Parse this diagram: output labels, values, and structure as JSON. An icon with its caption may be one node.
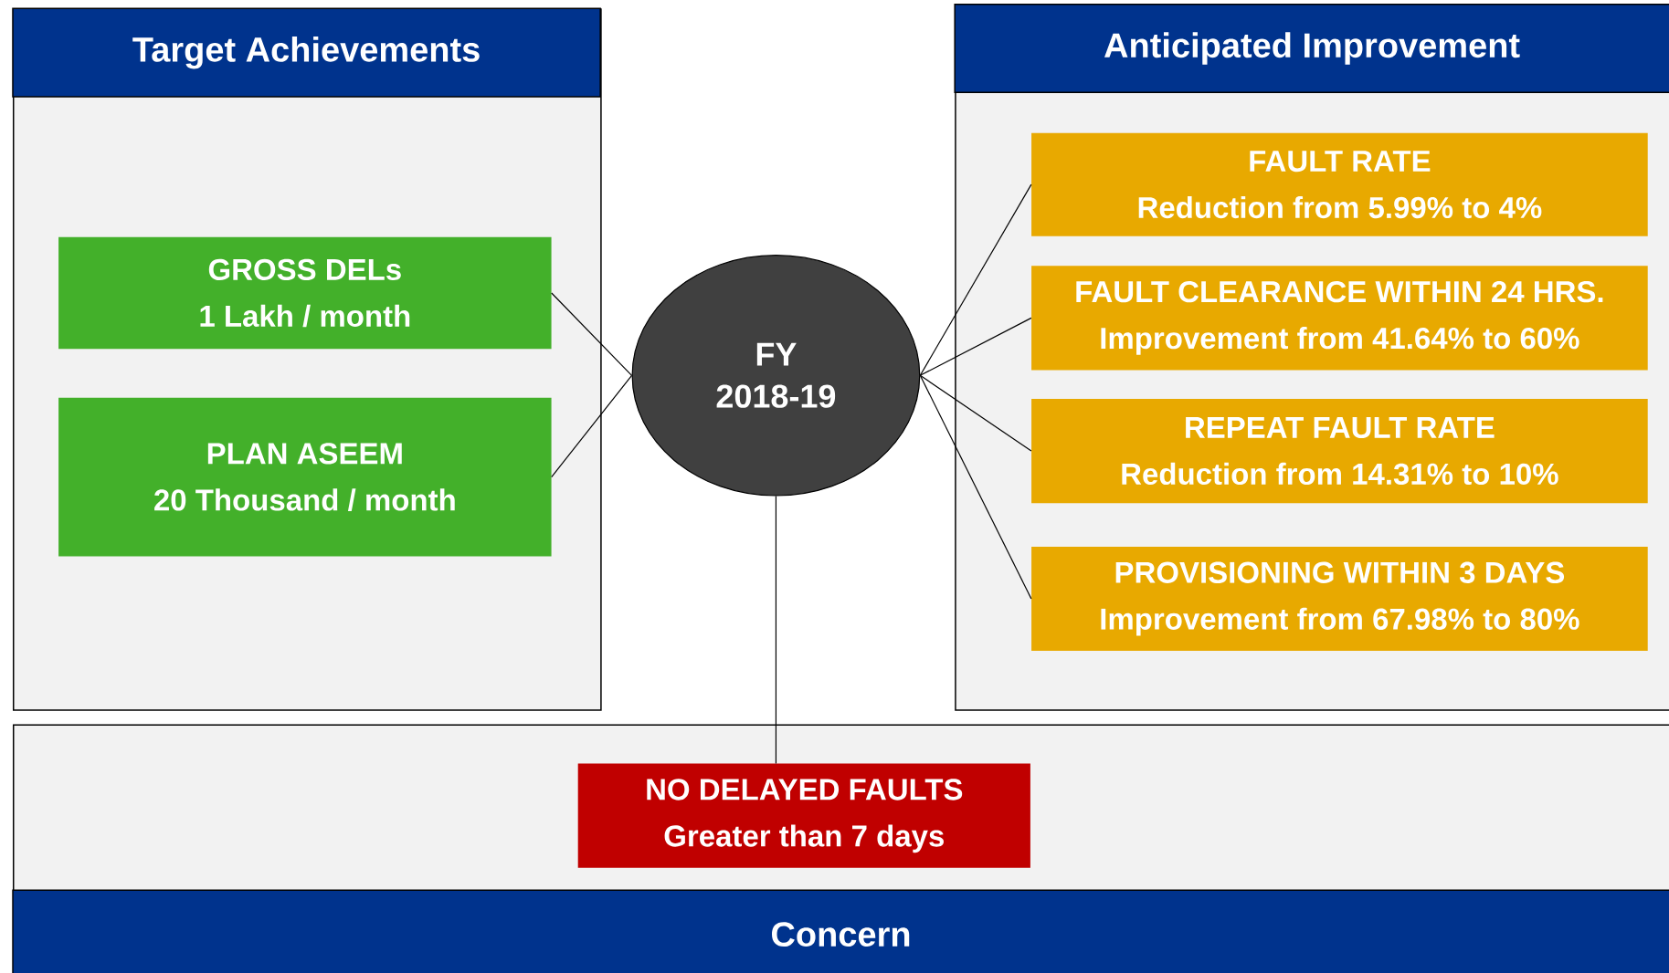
{
  "diagram": {
    "nodes": [
      {
        "text": [
          "Target Achievements"
        ]
      },
      {
        "text": [
          "GROSS DELs",
          "1 Lakh / month"
        ],
        "in": 0
      },
      {
        "text": [
          "PLAN ASEEM",
          "20 Thousand / month"
        ],
        "in": 0
      },
      {
        "text": [
          "FY",
          "2018-19"
        ]
      },
      {
        "text": [
          "Anticipated Improvement"
        ]
      },
      {
        "text": [
          "FAULT RATE",
          "Reduction from 5.99% to 4%"
        ],
        "in": 4
      },
      {
        "text": [
          "FAULT CLEARANCE WITHIN 24 HRS.",
          "Improvement from 41.64% to 60%"
        ],
        "in": 4
      },
      {
        "text": [
          "REPEAT FAULT RATE",
          "Reduction from 14.31% to 10%"
        ],
        "in": 4
      },
      {
        "text": [
          "PROVISIONING WITHIN 3 DAYS",
          "Improvement from 67.98% to 80%"
        ],
        "in": 4
      },
      {
        "text": [
          "Concern"
        ]
      },
      {
        "text": [
          "NO DELAYED FAULTS",
          "Greater than 7 days"
        ],
        "in": 9
      }
    ],
    "edges": [
      {
        "from": 1,
        "to": 3,
        "arrow": "none"
      },
      {
        "from": 2,
        "to": 3,
        "arrow": "none"
      },
      {
        "from": 3,
        "to": 5,
        "arrow": "none"
      },
      {
        "from": 3,
        "to": 6,
        "arrow": "none"
      },
      {
        "from": 3,
        "to": 7,
        "arrow": "none"
      },
      {
        "from": 3,
        "to": 8,
        "arrow": "none"
      },
      {
        "from": 3,
        "to": 10,
        "arrow": "none"
      }
    ]
  }
}
